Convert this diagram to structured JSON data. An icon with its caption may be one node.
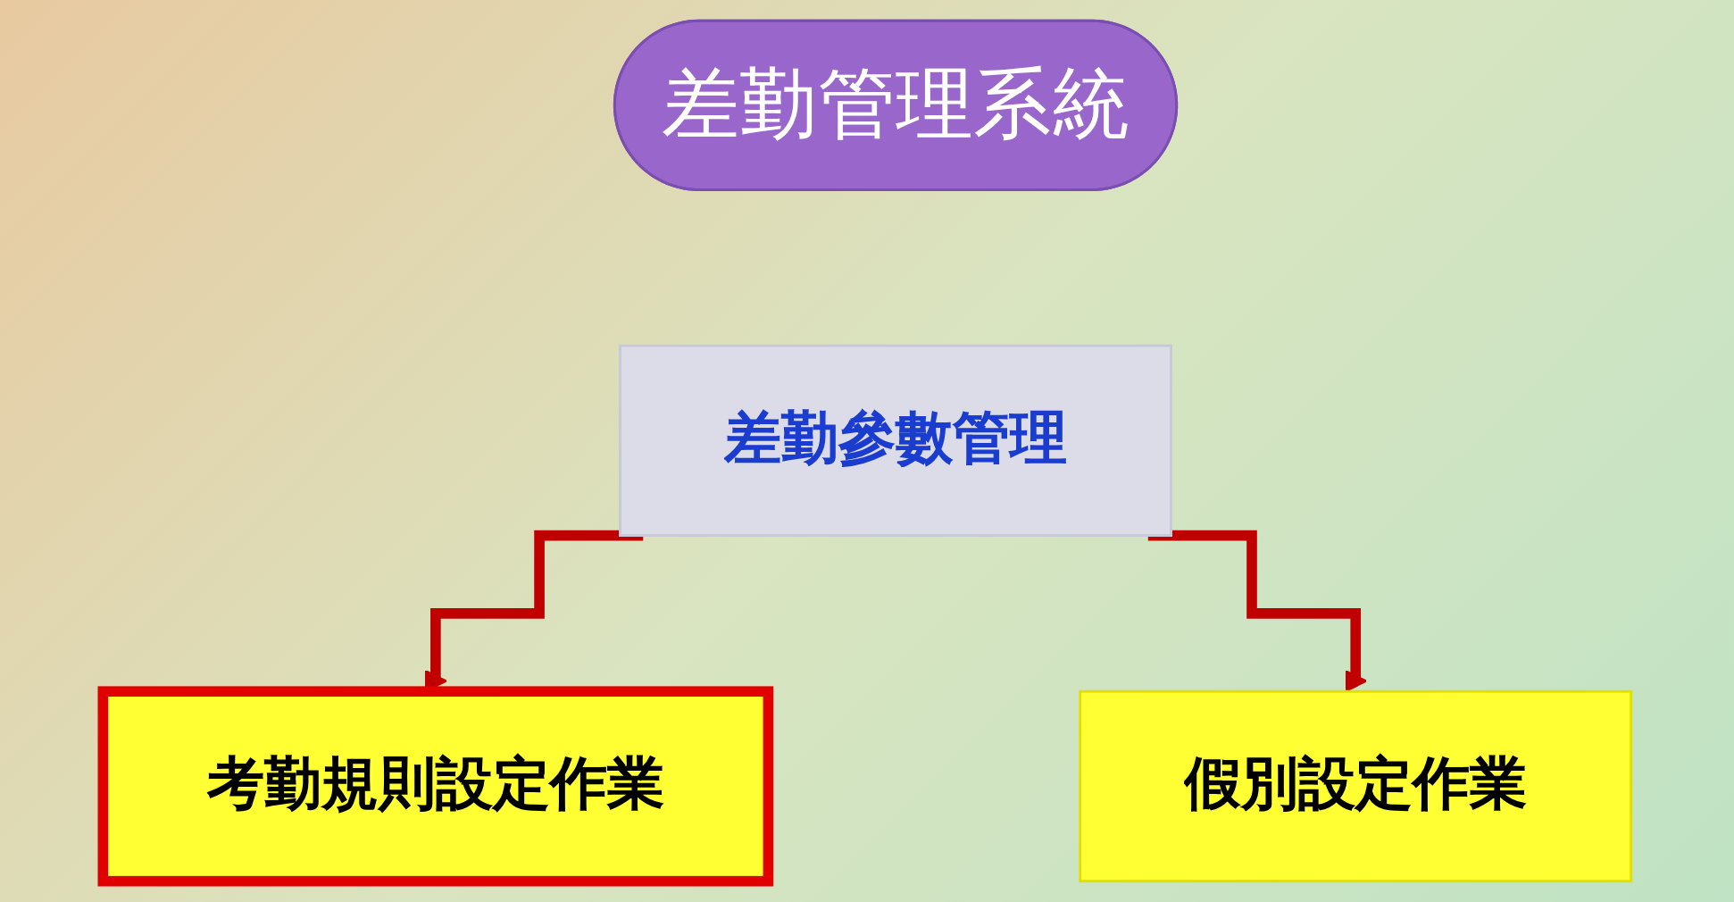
{
  "diagram": {
    "nodes": [
      {
        "text": [
          "差勤管理系統"
        ]
      },
      {
        "text": [
          "差勤參數管理"
        ]
      },
      {
        "text": [
          "考勤規則設定作業"
        ]
      },
      {
        "text": [
          "假別設定作業"
        ]
      }
    ],
    "edges": [
      {
        "from": 1,
        "to": 2,
        "arrow": "to"
      },
      {
        "from": 1,
        "to": 3,
        "arrow": "to"
      }
    ]
  }
}
